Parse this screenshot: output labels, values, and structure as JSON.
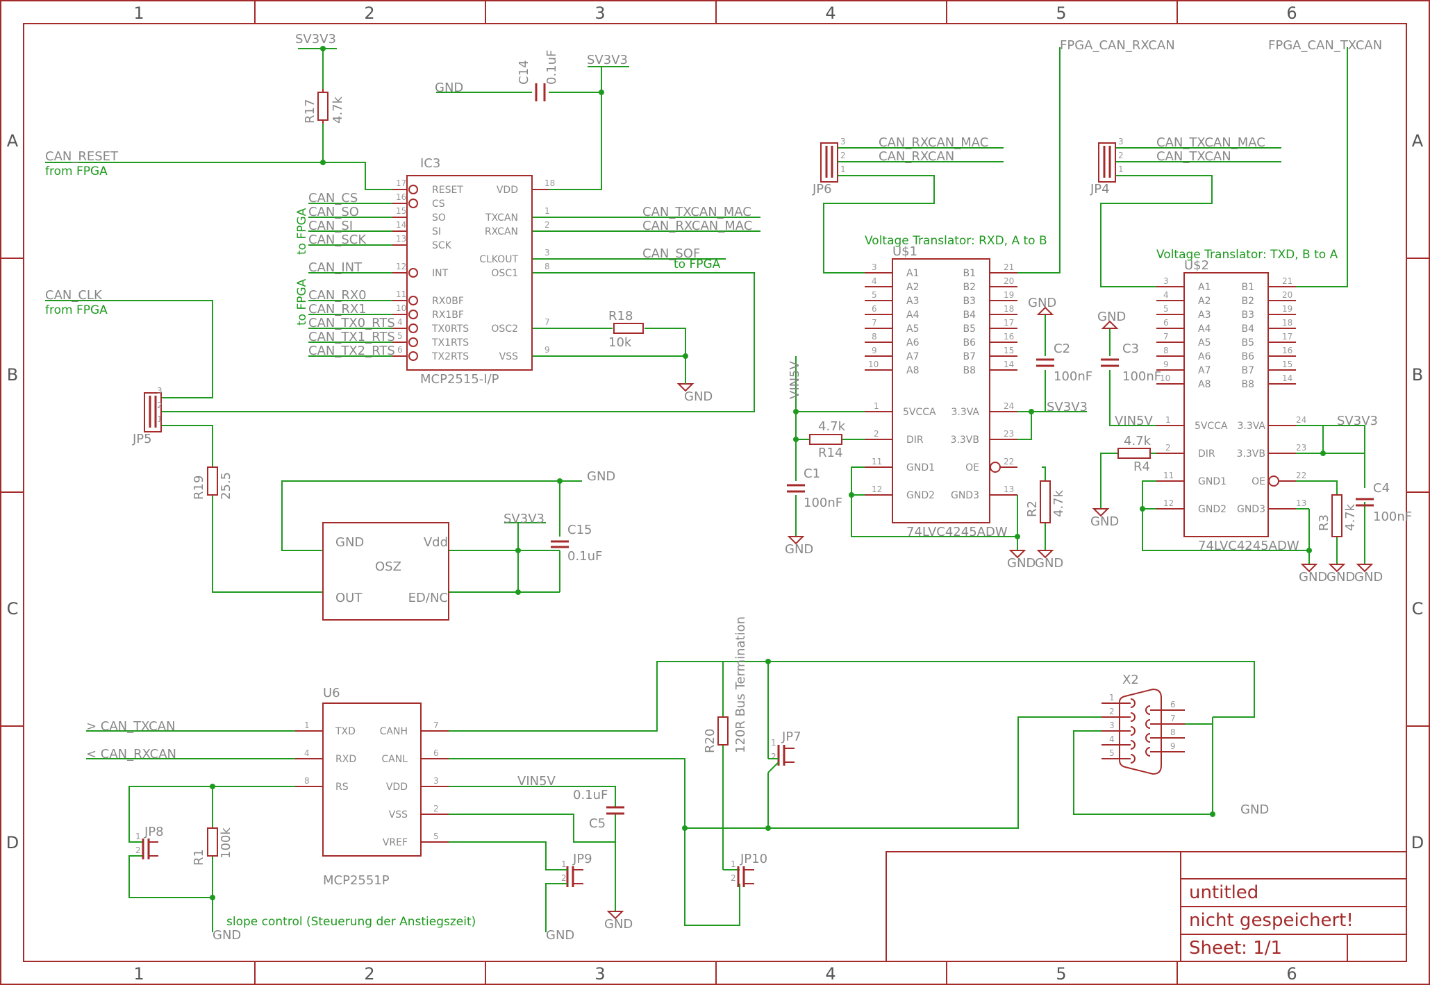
{
  "frame": {
    "columns": [
      "1",
      "2",
      "3",
      "4",
      "5",
      "6"
    ],
    "rows": [
      "A",
      "B",
      "C",
      "D"
    ]
  },
  "title_block": {
    "title": "untitled",
    "status": "nicht gespeichert!",
    "sheet": "Sheet: 1/1"
  },
  "nets": {
    "sv3v3": "SV3V3",
    "gnd": "GND",
    "vin5v": "VIN5V",
    "can_reset": "CAN_RESET",
    "from_fpga": "from FPGA",
    "can_clk": "CAN_CLK",
    "can_cs": "CAN_CS",
    "can_so": "CAN_SO",
    "can_si": "CAN_SI",
    "can_sck": "CAN_SCK",
    "can_int": "CAN_INT",
    "can_rx0": "CAN_RX0",
    "can_rx1": "CAN_RX1",
    "can_tx0_rts": "CAN_TX0_RTS",
    "can_tx1_rts": "CAN_TX1_RTS",
    "can_tx2_rts": "CAN_TX2_RTS",
    "to_fpga": "to FPGA",
    "can_txcan_mac": "CAN_TXCAN_MAC",
    "can_rxcan_mac": "CAN_RXCAN_MAC",
    "can_sof": "CAN_SOF",
    "can_rxcan": "CAN_RXCAN",
    "can_txcan": "CAN_TXCAN",
    "fpga_can_rxcan": "FPGA_CAN_RXCAN",
    "fpga_can_txcan": "FPGA_CAN_TXCAN",
    "tx_in": "> CAN_TXCAN",
    "rx_out": "< CAN_RXCAN"
  },
  "notes": {
    "translator_rxd": "Voltage Translator: RXD, A to B",
    "translator_txd": "Voltage Translator: TXD, B to A",
    "slope_control": "slope control (Steuerung der Anstiegszeit)",
    "bus_termination": "120R Bus Termination"
  },
  "parts": {
    "r17": {
      "name": "R17",
      "value": "4.7k"
    },
    "c14": {
      "name": "C14",
      "value": "0.1uF"
    },
    "r18": {
      "name": "R18",
      "value": "10k"
    },
    "r19": {
      "name": "R19",
      "value": "25.5"
    },
    "c15": {
      "name": "C15",
      "value": "0.1uF"
    },
    "r14": {
      "name": "R14",
      "value": "4.7k"
    },
    "c1": {
      "name": "C1",
      "value": "100nF"
    },
    "c2": {
      "name": "C2",
      "value": "100nF"
    },
    "r2": {
      "name": "R2",
      "value": "4.7k"
    },
    "c3": {
      "name": "C3",
      "value": "100nF"
    },
    "r4": {
      "name": "R4",
      "value": "4.7k"
    },
    "c4": {
      "name": "C4",
      "value": "100nF"
    },
    "r3": {
      "name": "R3",
      "value": "4.7k"
    },
    "r20": {
      "name": "R20"
    },
    "r1": {
      "name": "R1",
      "value": "100k"
    },
    "c5": {
      "name": "C5",
      "value": "0.1uF"
    },
    "jp4": "JP4",
    "jp5": "JP5",
    "jp6": "JP6",
    "jp7": "JP7",
    "jp8": "JP8",
    "jp9": "JP9",
    "jp10": "JP10",
    "x2": "X2"
  },
  "ic3": {
    "ref": "IC3",
    "value": "MCP2515-I/P",
    "left_pins": [
      {
        "num": "17",
        "name": "RESET"
      },
      {
        "num": "16",
        "name": "CS"
      },
      {
        "num": "15",
        "name": "SO"
      },
      {
        "num": "14",
        "name": "SI"
      },
      {
        "num": "13",
        "name": "SCK"
      },
      {
        "num": "12",
        "name": "INT"
      },
      {
        "num": "11",
        "name": "RX0BF"
      },
      {
        "num": "10",
        "name": "RX1BF"
      },
      {
        "num": "4",
        "name": "TX0RTS"
      },
      {
        "num": "5",
        "name": "TX1RTS"
      },
      {
        "num": "6",
        "name": "TX2RTS"
      }
    ],
    "right_pins": [
      {
        "num": "18",
        "name": "VDD"
      },
      {
        "num": "1",
        "name": "TXCAN"
      },
      {
        "num": "2",
        "name": "RXCAN"
      },
      {
        "num": "3",
        "name": "CLKOUT"
      },
      {
        "num": "8",
        "name": "OSC1"
      },
      {
        "num": "7",
        "name": "OSC2"
      },
      {
        "num": "9",
        "name": "VSS"
      }
    ]
  },
  "osz": {
    "name": "OSZ",
    "pins": [
      "GND",
      "Vdd",
      "OUT",
      "ED/NC"
    ]
  },
  "u1": {
    "ref": "U$1",
    "value": "74LVC4245ADW",
    "a_pins": [
      {
        "num": "3",
        "name": "A1"
      },
      {
        "num": "4",
        "name": "A2"
      },
      {
        "num": "5",
        "name": "A3"
      },
      {
        "num": "6",
        "name": "A4"
      },
      {
        "num": "7",
        "name": "A5"
      },
      {
        "num": "8",
        "name": "A6"
      },
      {
        "num": "9",
        "name": "A7"
      },
      {
        "num": "10",
        "name": "A8"
      }
    ],
    "b_pins": [
      {
        "num": "21",
        "name": "B1"
      },
      {
        "num": "20",
        "name": "B2"
      },
      {
        "num": "19",
        "name": "B3"
      },
      {
        "num": "18",
        "name": "B4"
      },
      {
        "num": "17",
        "name": "B5"
      },
      {
        "num": "16",
        "name": "B6"
      },
      {
        "num": "15",
        "name": "B7"
      },
      {
        "num": "14",
        "name": "B8"
      }
    ],
    "lower_left": [
      {
        "num": "1",
        "name": "5VCCA"
      },
      {
        "num": "2",
        "name": "DIR"
      },
      {
        "num": "11",
        "name": "GND1"
      },
      {
        "num": "12",
        "name": "GND2"
      }
    ],
    "lower_right": [
      {
        "num": "24",
        "name": "3.3VA"
      },
      {
        "num": "23",
        "name": "3.3VB"
      },
      {
        "num": "22",
        "name": "OE"
      },
      {
        "num": "13",
        "name": "GND3"
      }
    ]
  },
  "u2": {
    "ref": "U$2",
    "value": "74LVC4245ADW"
  },
  "u6": {
    "ref": "U6",
    "value": "MCP2551P",
    "left_pins": [
      {
        "num": "1",
        "name": "TXD"
      },
      {
        "num": "4",
        "name": "RXD"
      },
      {
        "num": "8",
        "name": "RS"
      }
    ],
    "right_pins": [
      {
        "num": "7",
        "name": "CANH"
      },
      {
        "num": "6",
        "name": "CANL"
      },
      {
        "num": "3",
        "name": "VDD"
      },
      {
        "num": "2",
        "name": "VSS"
      },
      {
        "num": "5",
        "name": "VREF"
      }
    ]
  },
  "jumper_pins": [
    "1",
    "2",
    "3"
  ],
  "dsub_left": [
    "1",
    "2",
    "3",
    "4",
    "5"
  ],
  "dsub_right": [
    "6",
    "7",
    "8",
    "9"
  ]
}
